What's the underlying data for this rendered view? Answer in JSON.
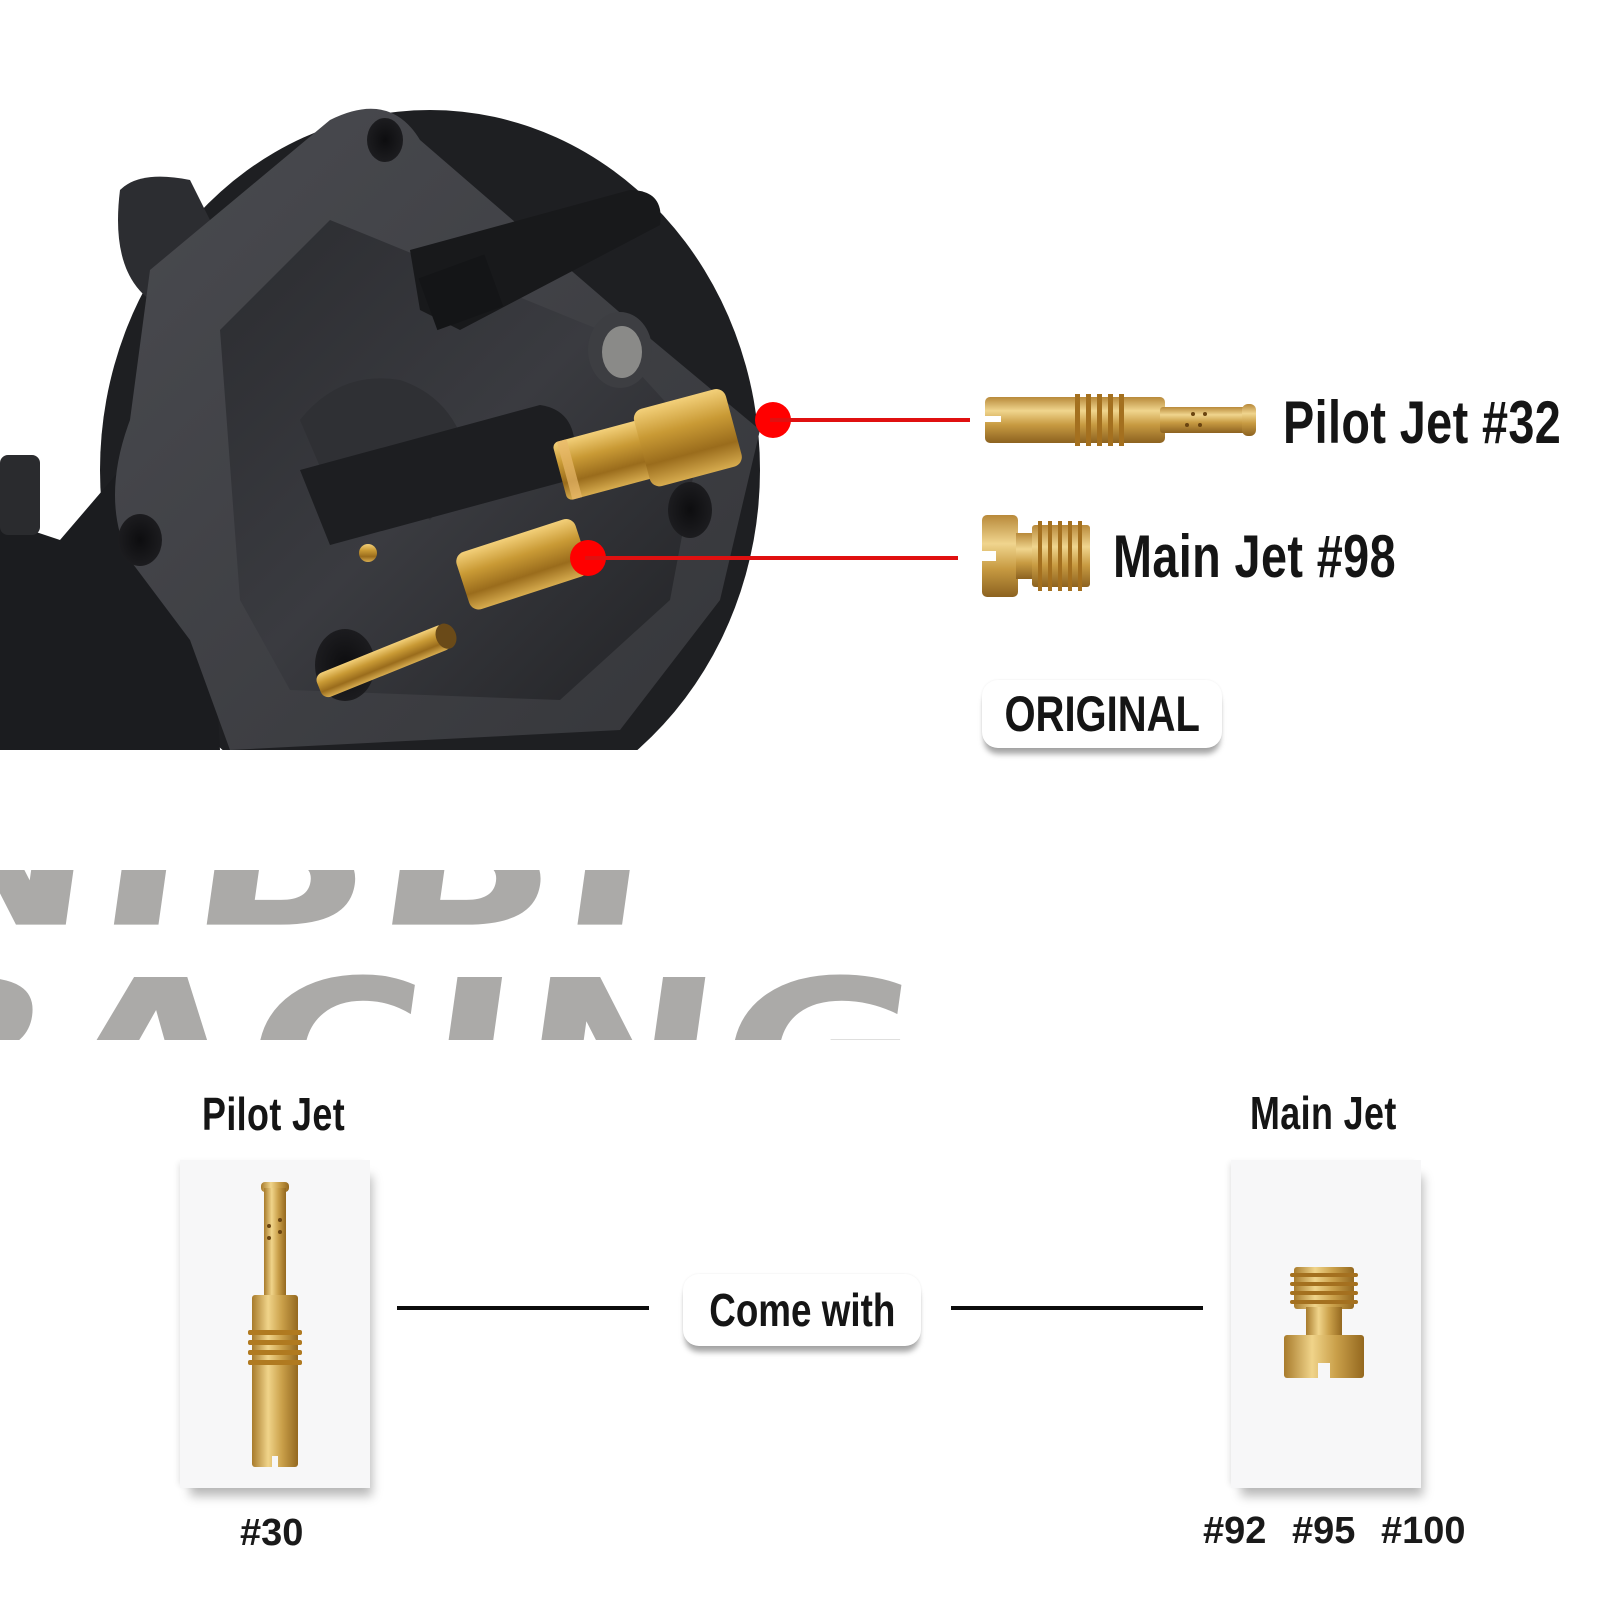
{
  "brand": {
    "logo_text": "NIBBI RACING",
    "logo_color": "#abaaa8"
  },
  "original_section": {
    "image": "carburetor-closeup-photo",
    "callouts": [
      {
        "label": "Pilot Jet #32",
        "part": "pilot-jet",
        "marker_color": "#ff0000"
      },
      {
        "label": "Main Jet #98",
        "part": "main-jet",
        "marker_color": "#ff0000"
      }
    ],
    "badge": "ORIGINAL"
  },
  "included_section": {
    "pilot_jet": {
      "title": "Pilot Jet",
      "sizes": [
        "#30"
      ]
    },
    "connector_label": "Come with",
    "main_jet": {
      "title": "Main Jet",
      "sizes": [
        "#92",
        "#95",
        "#100"
      ]
    }
  },
  "colors": {
    "brass": "#c9a23c",
    "callout_red": "#e01010",
    "text": "#151515",
    "frame_bg": "#f7f7f8"
  }
}
